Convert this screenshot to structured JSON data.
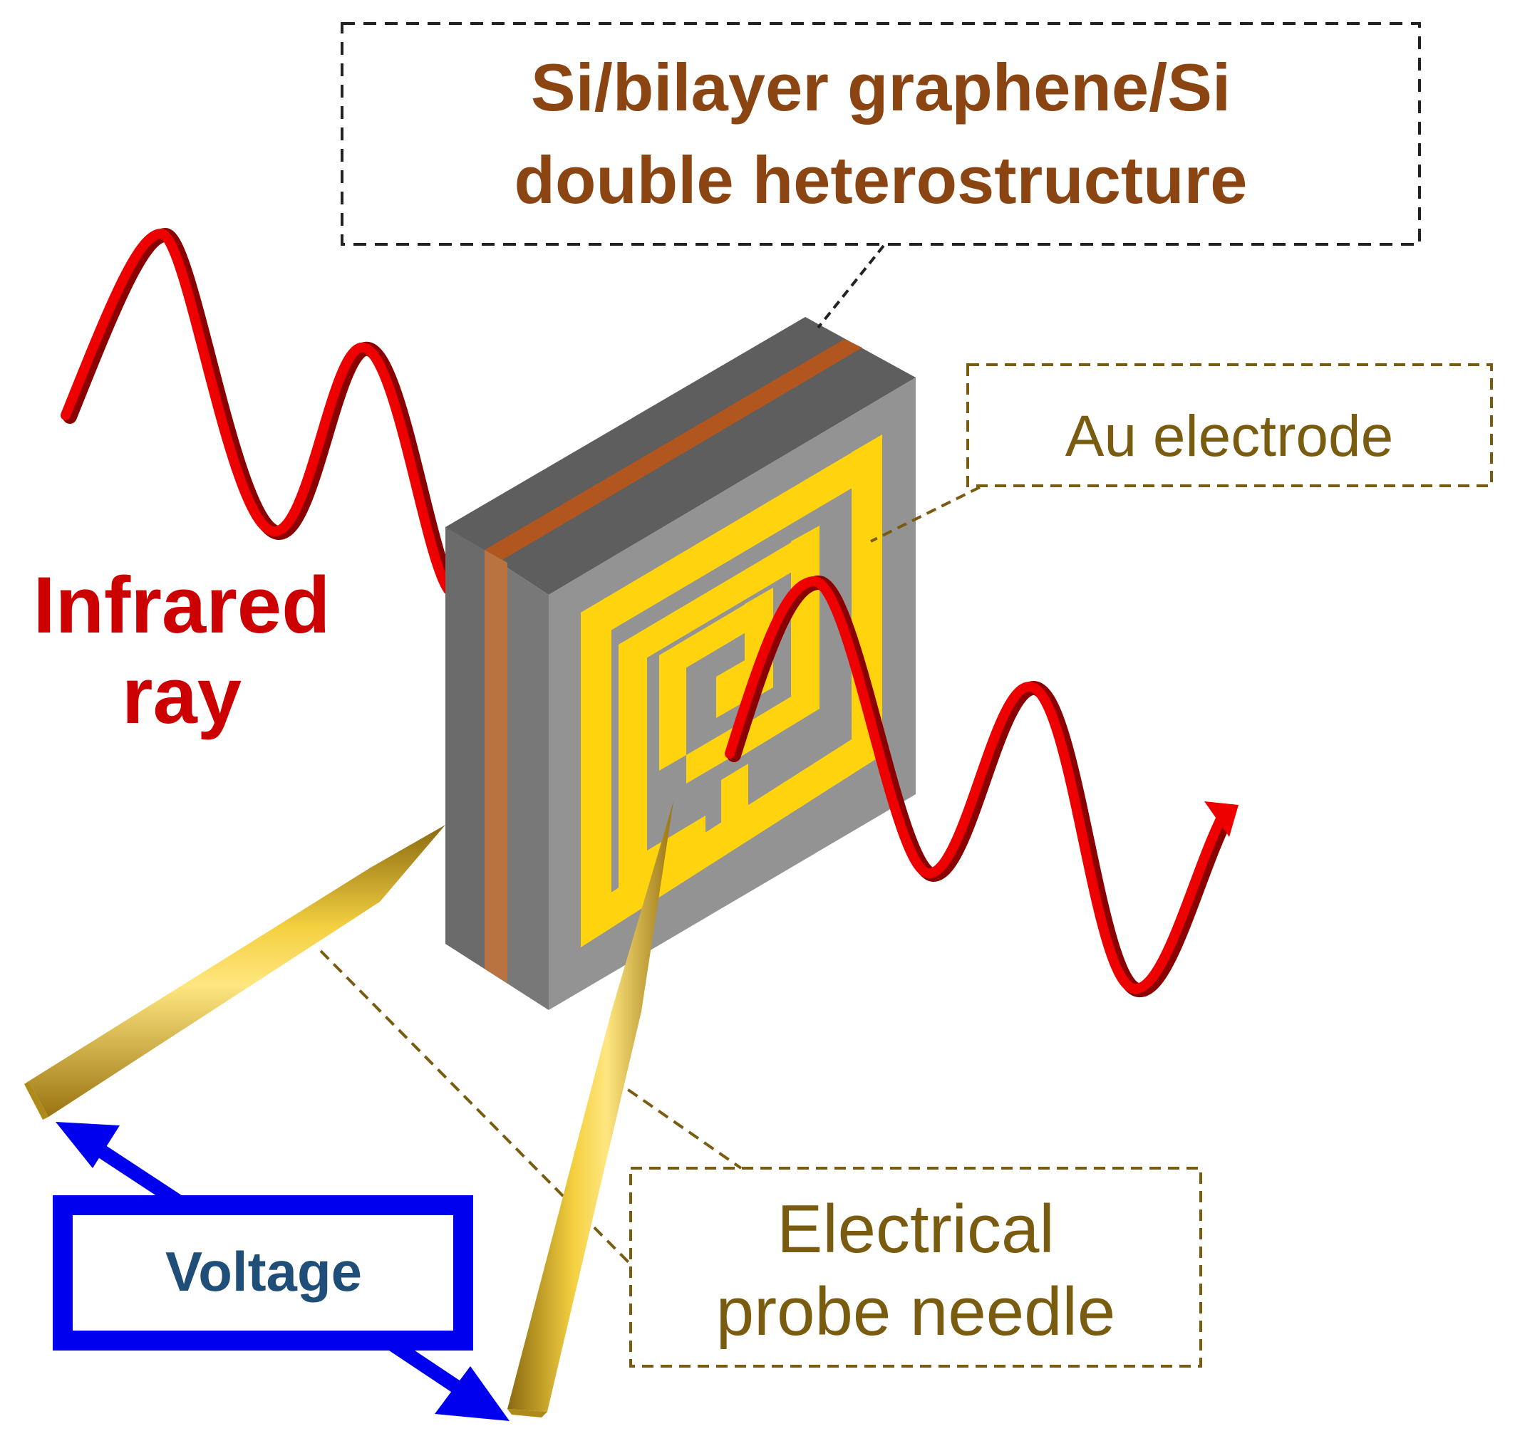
{
  "title_box": {
    "line1": "Si/bilayer graphene/Si",
    "line2": "double heterostructure"
  },
  "electrode_label": "Au electrode",
  "probe_label": {
    "line1": "Electrical",
    "line2": "probe needle"
  },
  "infrared_label": {
    "line1": "Infrared",
    "line2": "ray"
  },
  "voltage_label": "Voltage",
  "colors": {
    "silicon_dark": "#606060",
    "silicon_side": "#787878",
    "silicon_face": "#939393",
    "graphene": "#b0561e",
    "gold": "#ffd40f",
    "needle_gold": "#d4a520",
    "infrared": "#ee0000",
    "voltage": "#0000ee",
    "title_text": "#8B4513",
    "label_text": "#7a5c10"
  }
}
